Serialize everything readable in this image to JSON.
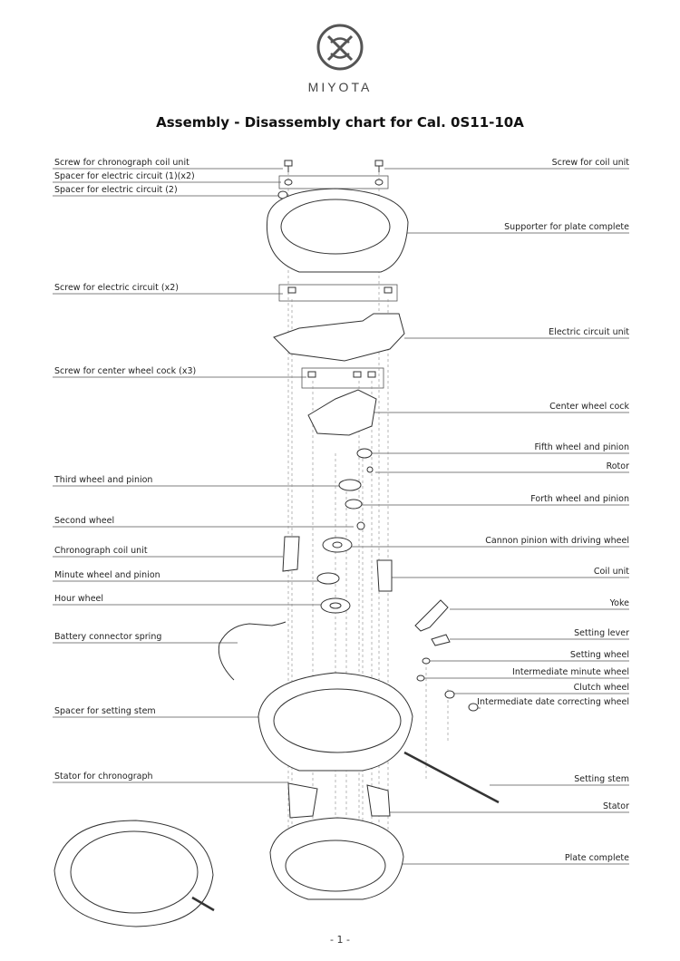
{
  "brand": {
    "name": "MIYOTA",
    "logo_icon": "miyota-logo-icon"
  },
  "title": "Assembly - Disassembly chart for Cal. 0S11-10A",
  "page_number": "- 1 -",
  "labels_left": [
    "Screw for chronograph coil unit",
    "Spacer for electric circuit (1)(x2)",
    "Spacer for electric circuit (2)",
    "Screw for electric circuit (x2)",
    "Screw for center wheel cock (x3)",
    "Third wheel and pinion",
    "Second wheel",
    "Chronograph coil unit",
    "Minute wheel and pinion",
    "Hour wheel",
    "Battery connector spring",
    "Spacer for setting stem",
    "Stator for chronograph"
  ],
  "labels_right": [
    "Screw for coil unit",
    "Supporter for plate complete",
    "Electric circuit unit",
    "Center wheel cock",
    "Fifth wheel and pinion",
    "Rotor",
    "Forth wheel and pinion",
    "Cannon pinion with driving wheel",
    "Coil unit",
    "Yoke",
    "Setting lever",
    "Setting wheel",
    "Intermediate minute wheel",
    "Clutch wheel",
    "Intermediate date correcting wheel",
    "Setting stem",
    "Stator",
    "Plate complete"
  ],
  "colors": {
    "line": "#555555",
    "text": "#222222"
  }
}
